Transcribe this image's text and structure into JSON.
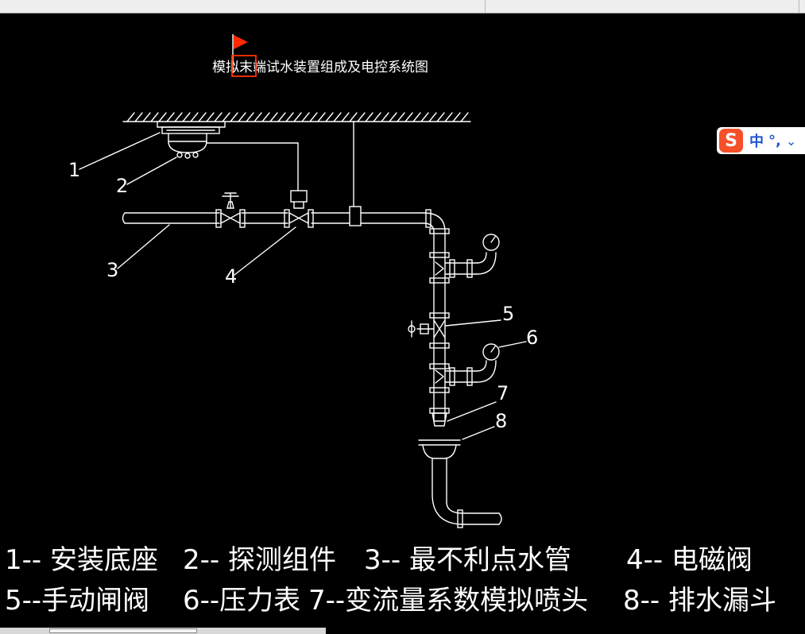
{
  "title": "模拟末端试水装置组成及电控系统图",
  "title_box_text": "末端",
  "labels": {
    "n1": "1",
    "n2": "2",
    "n3": "3",
    "n4": "4",
    "n5": "5",
    "n6": "6",
    "n7": "7",
    "n8": "8"
  },
  "legend": {
    "row1": [
      "1-- 安装底座",
      "2-- 探测组件",
      "3-- 最不利点水管",
      "4-- 电磁阀"
    ],
    "row2": [
      "5--手动闸阀",
      "6--压力表",
      "7--变流量系数模拟喷头",
      "8-- 排水漏斗"
    ]
  },
  "ime": {
    "logo": "S",
    "mode": "中",
    "punct": "°,",
    "more": "⌄"
  },
  "colors": {
    "background": "#000000",
    "lines": "#ffffff",
    "flag": "#ff2a00",
    "title_box": "#ff3300",
    "topbar": "#eeeeee",
    "ime_logo": "#f5502a"
  }
}
